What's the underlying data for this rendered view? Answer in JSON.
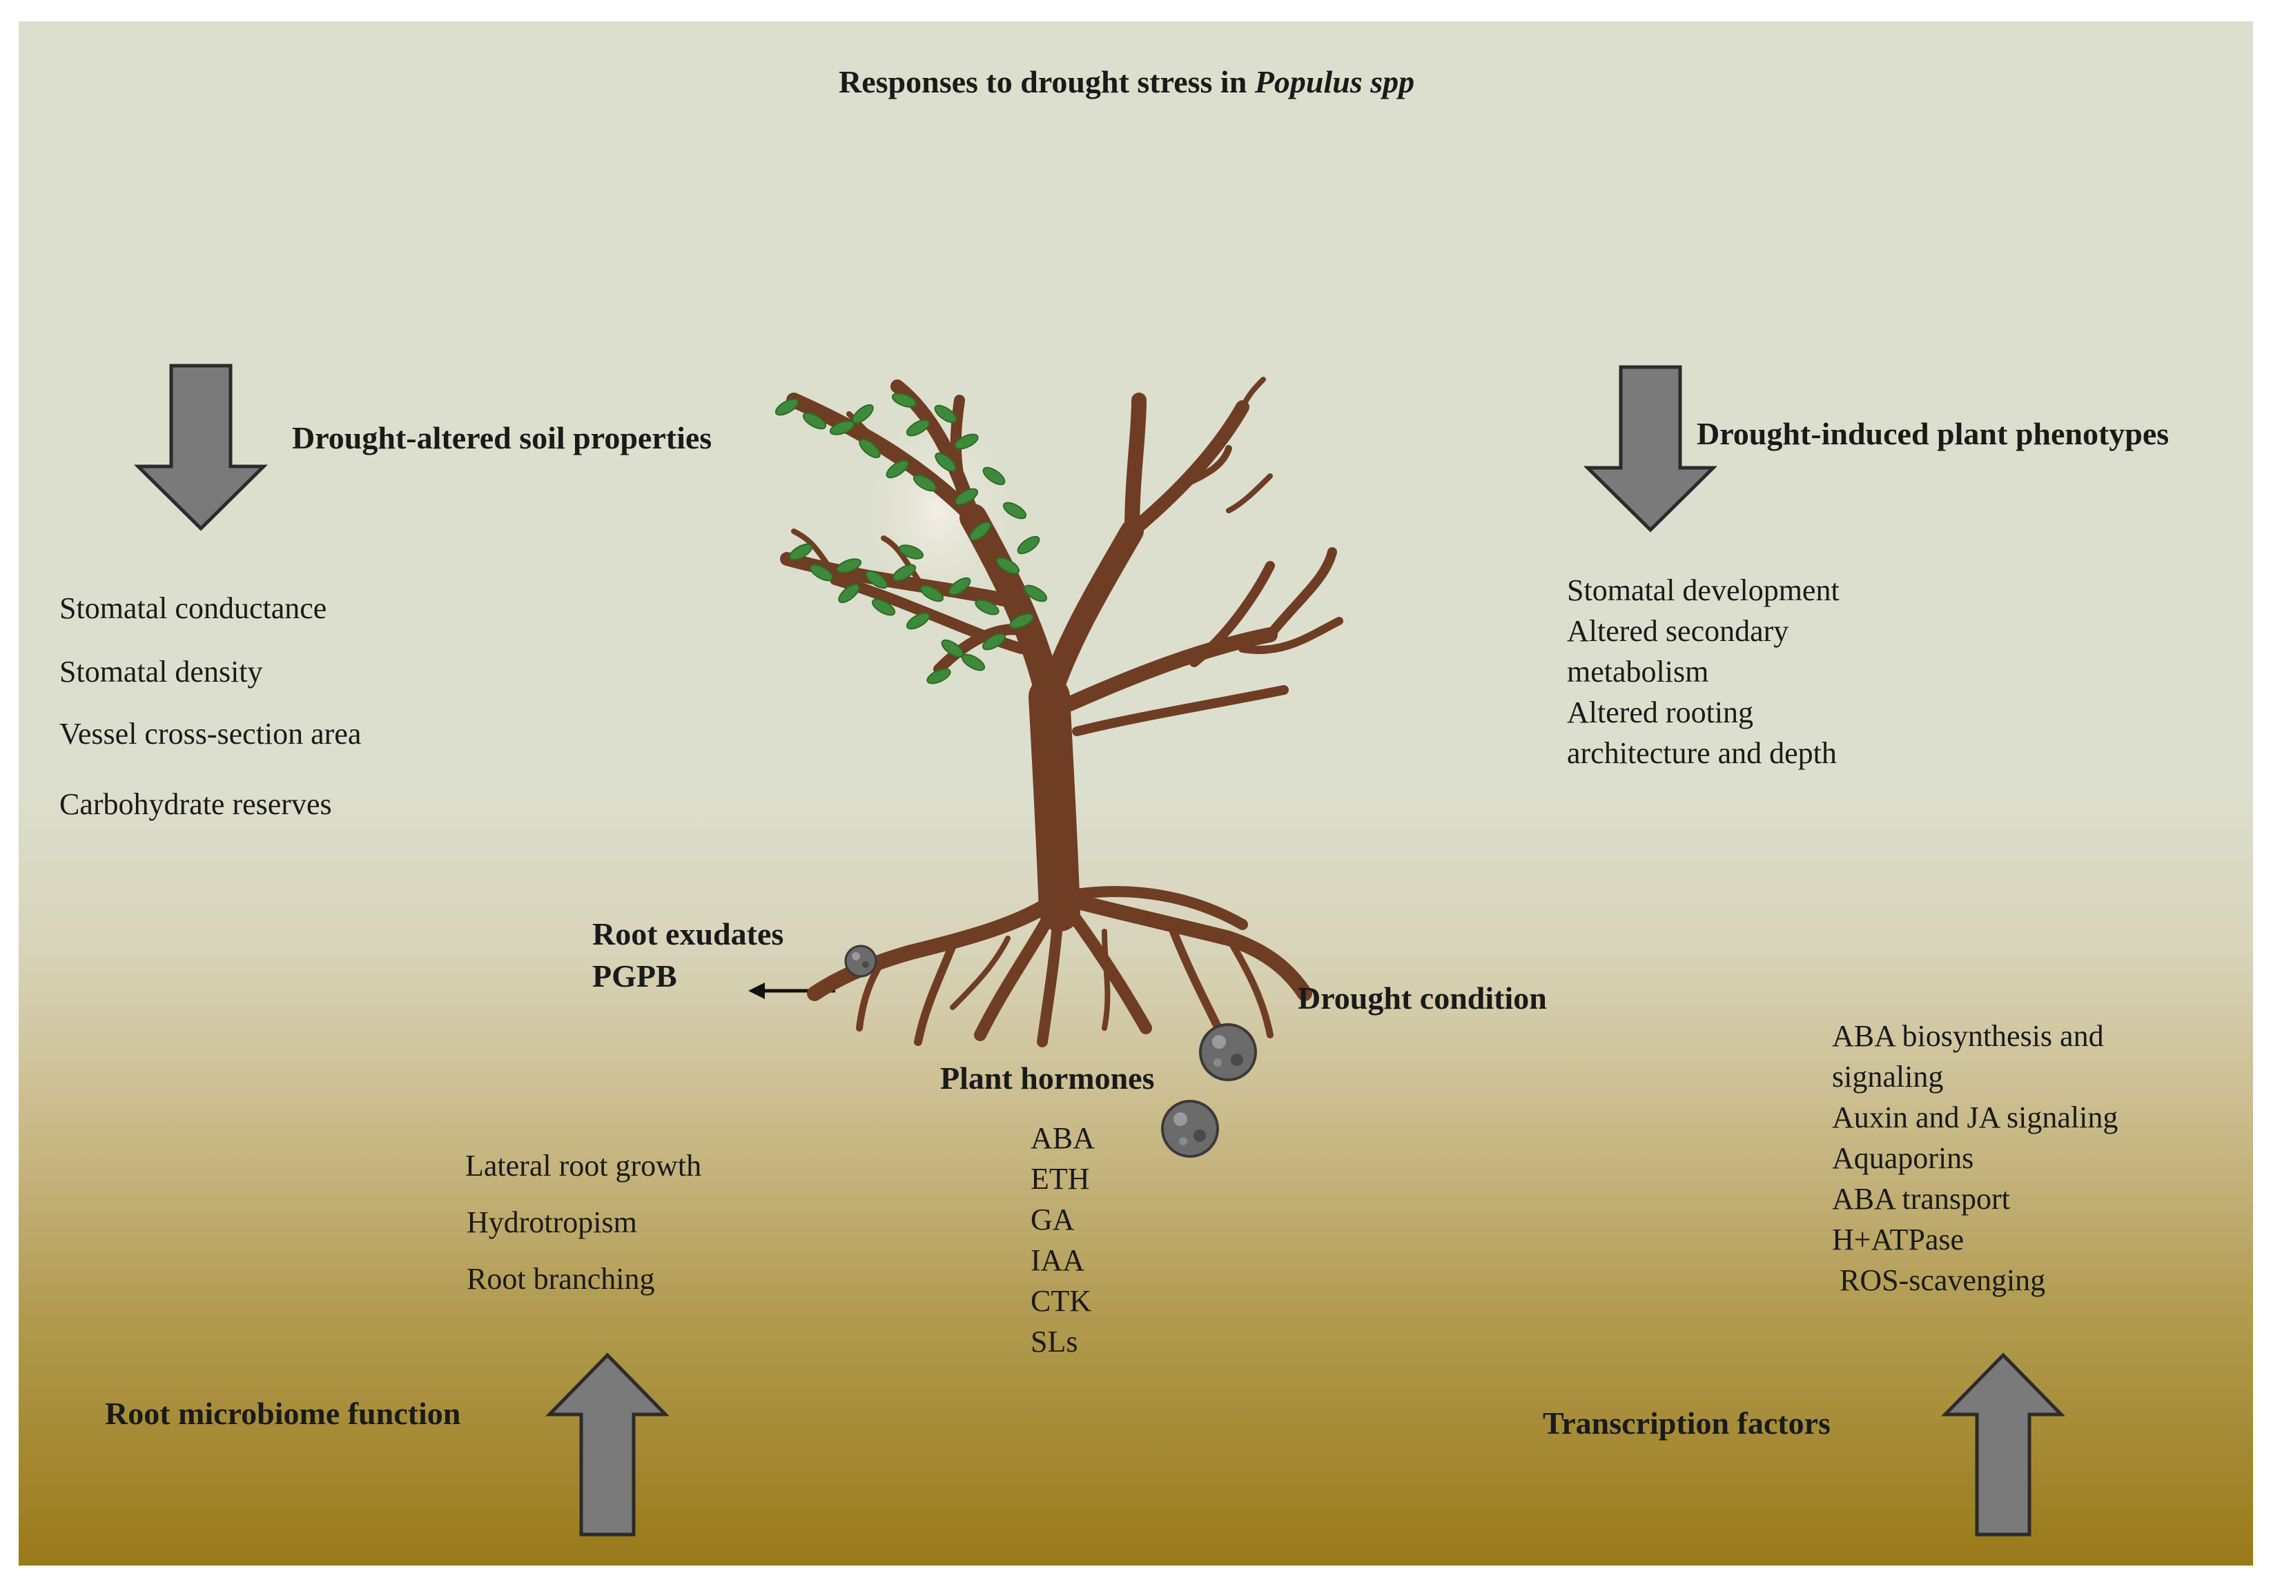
{
  "title": {
    "prefix": "Responses to drought stress in ",
    "italic": "Populus spp"
  },
  "soil": {
    "heading": "Drought-altered soil properties",
    "items": [
      "Stomatal conductance",
      "Stomatal density",
      "Vessel cross-section area",
      "Carbohydrate reserves"
    ]
  },
  "phenotypes": {
    "heading": "Drought-induced plant phenotypes",
    "items": [
      "Stomatal development",
      "Altered secondary",
      "metabolism",
      "Altered rooting",
      "architecture and depth"
    ]
  },
  "exudates": {
    "line1": "Root exudates",
    "line2": "PGPB"
  },
  "drought_condition": "Drought condition",
  "hormones": {
    "heading": "Plant hormones",
    "items": [
      "ABA",
      "ETH",
      "GA",
      "IAA",
      "CTK",
      "SLs"
    ]
  },
  "root_traits": {
    "items": [
      "Lateral root growth",
      "Hydrotropism",
      "Root branching"
    ]
  },
  "microbiome": {
    "heading": "Root microbiome function"
  },
  "tf": {
    "heading": "Transcription factors",
    "items": [
      "ABA biosynthesis and",
      "signaling",
      "Auxin and JA signaling",
      "Aquaporins",
      "ABA transport",
      "H+ATPase",
      " ROS-scavenging"
    ]
  },
  "colors": {
    "arrow_fill": "#7a7a7a",
    "arrow_stroke": "#2b2b2b",
    "trunk": "#6e3d24",
    "leaf": "#3f8a3a",
    "background_top": "#dcdfcd",
    "background_bottom": "#9a7a1a"
  },
  "icons": [
    "arrow-down-icon",
    "arrow-up-icon",
    "arrow-left-icon",
    "tree-illustration",
    "microbe-icon"
  ]
}
